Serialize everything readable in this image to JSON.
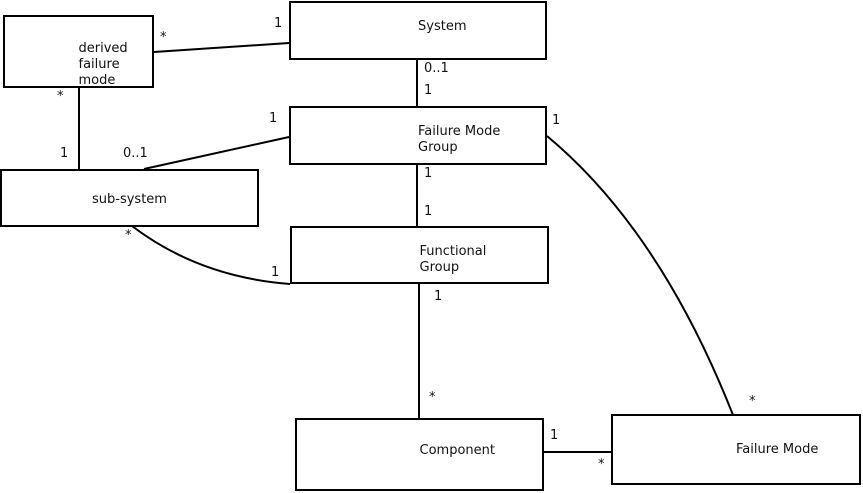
{
  "diagram": {
    "type": "uml-class-association-diagram",
    "colors": {
      "background": "#ffffff",
      "line": "#000000",
      "box_fill": "#ffffff",
      "text": "#111111"
    },
    "entities": {
      "derived_failure_mode": {
        "line1": "derived",
        "line2": "failure",
        "line3": "mode"
      },
      "system": {
        "line1": "System"
      },
      "failure_mode_group": {
        "line1": "Failure Mode",
        "line2": "Group"
      },
      "sub_system": {
        "line1": "sub-system"
      },
      "functional_group": {
        "line1": "Functional",
        "line2": "Group"
      },
      "component": {
        "line1": "Component"
      },
      "failure_mode": {
        "line1": "Failure Mode"
      }
    },
    "relations": {
      "system_derived_failure_mode": {
        "from": "System",
        "to": "derived failure mode",
        "from_label": "1",
        "to_label": "*"
      },
      "derived_failure_mode_sub_system": {
        "from": "derived failure mode",
        "to": "sub-system",
        "from_label": "*",
        "to_label": "1"
      },
      "system_failure_mode_group": {
        "from": "System",
        "to": "Failure Mode Group",
        "from_label": "0..1",
        "to_label": "1"
      },
      "failure_mode_group_sub_system": {
        "from": "Failure Mode Group",
        "to": "sub-system",
        "from_label": "1",
        "to_label": "0..1"
      },
      "failure_mode_group_functional_group": {
        "from": "Failure Mode Group",
        "to": "Functional Group",
        "from_label": "1",
        "to_label": "1"
      },
      "sub_system_functional_group": {
        "from": "sub-system",
        "to": "Functional Group",
        "from_label": "*",
        "to_label": "1"
      },
      "functional_group_component": {
        "from": "Functional Group",
        "to": "Component",
        "from_label": "1",
        "to_label": "*"
      },
      "component_failure_mode": {
        "from": "Component",
        "to": "Failure Mode",
        "from_label": "1",
        "to_label": "*"
      },
      "failure_mode_group_failure_mode": {
        "from": "Failure Mode Group",
        "to": "Failure Mode",
        "from_label": "1",
        "to_label": "*"
      }
    }
  }
}
